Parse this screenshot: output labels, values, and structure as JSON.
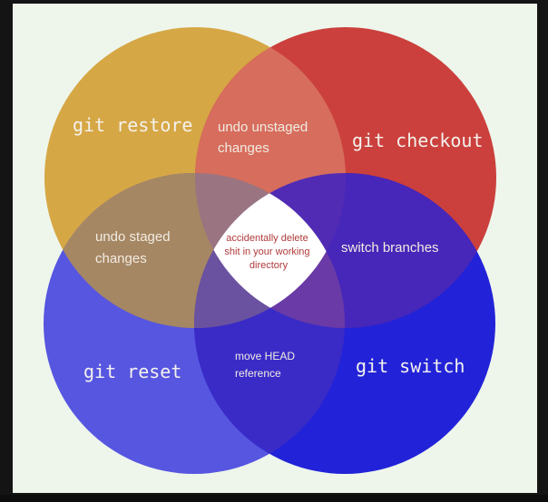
{
  "circles": {
    "restore": {
      "label": "git restore",
      "color": "#d4a23c"
    },
    "checkout": {
      "label": "git checkout",
      "color": "#c8302c"
    },
    "reset": {
      "label": "git reset",
      "color": "#4a48de"
    },
    "switch": {
      "label": "git switch",
      "color": "#1010d6"
    }
  },
  "overlaps": {
    "restore_checkout": [
      "undo unstaged",
      "changes"
    ],
    "restore_reset": [
      "undo staged",
      "changes"
    ],
    "checkout_switch": [
      "switch branches"
    ],
    "reset_switch": [
      "move HEAD",
      "reference"
    ],
    "center": [
      "accidentally delete",
      "shit in your working",
      "directory"
    ]
  }
}
